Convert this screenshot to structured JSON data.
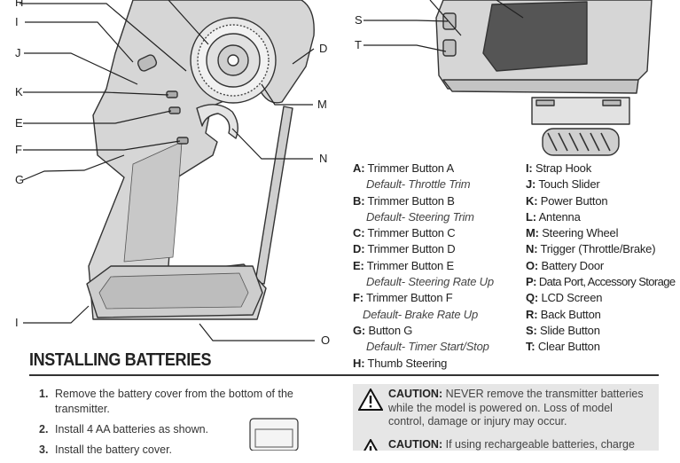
{
  "callouts": {
    "H": "H",
    "I_top": "I",
    "J": "J",
    "K": "K",
    "E": "E",
    "F": "F",
    "G": "G",
    "I_bottom": "I",
    "D": "D",
    "M": "M",
    "N": "N",
    "O": "O",
    "S": "S",
    "T": "T"
  },
  "legend_left": [
    {
      "key": "A:",
      "text": "Trimmer Button A",
      "default": "Default- Throttle Trim"
    },
    {
      "key": "B:",
      "text": "Trimmer Button B",
      "default": "Default- Steering Trim"
    },
    {
      "key": "C:",
      "text": "Trimmer Button C"
    },
    {
      "key": "D:",
      "text": "Trimmer Button D"
    },
    {
      "key": "E:",
      "text": "Trimmer Button E",
      "default": "Default- Steering Rate Up"
    },
    {
      "key": "F:",
      "text": "Trimmer Button F",
      "default": "Default- Brake Rate Up"
    },
    {
      "key": "G:",
      "text": "Button G",
      "default": "Default- Timer Start/Stop"
    },
    {
      "key": "H:",
      "text": "Thumb Steering"
    }
  ],
  "legend_right": [
    {
      "key": "I:",
      "text": "Strap Hook"
    },
    {
      "key": "J:",
      "text": "Touch Slider"
    },
    {
      "key": "K:",
      "text": "Power Button"
    },
    {
      "key": "L:",
      "text": "Antenna"
    },
    {
      "key": "M:",
      "text": "Steering Wheel"
    },
    {
      "key": "N:",
      "text": "Trigger (Throttle/Brake)"
    },
    {
      "key": "O:",
      "text": "Battery Door"
    },
    {
      "key": "P:",
      "text": "Data Port, Accessory Storage"
    },
    {
      "key": "Q:",
      "text": "LCD Screen"
    },
    {
      "key": "R:",
      "text": "Back Button"
    },
    {
      "key": "S:",
      "text": "Slide Button"
    },
    {
      "key": "T:",
      "text": "Clear Button"
    }
  ],
  "section": {
    "heading": "INSTALLING BATTERIES",
    "steps": [
      {
        "num": "1.",
        "text": "Remove the battery cover from the bottom of the transmitter."
      },
      {
        "num": "2.",
        "text": "Install 4 AA batteries as shown."
      },
      {
        "num": "3.",
        "text": "Install the battery cover."
      }
    ]
  },
  "cautions": [
    {
      "label": "CAUTION:",
      "text": "NEVER remove the transmitter batteries while the model is powered on. Loss of model control, damage or injury may occur."
    },
    {
      "label": "CAUTION:",
      "text": "If using rechargeable batteries, charge only"
    }
  ],
  "colors": {
    "caution_bg": "#e6e6e6",
    "device_fill": "#d4d4d4",
    "device_stroke": "#333333"
  }
}
